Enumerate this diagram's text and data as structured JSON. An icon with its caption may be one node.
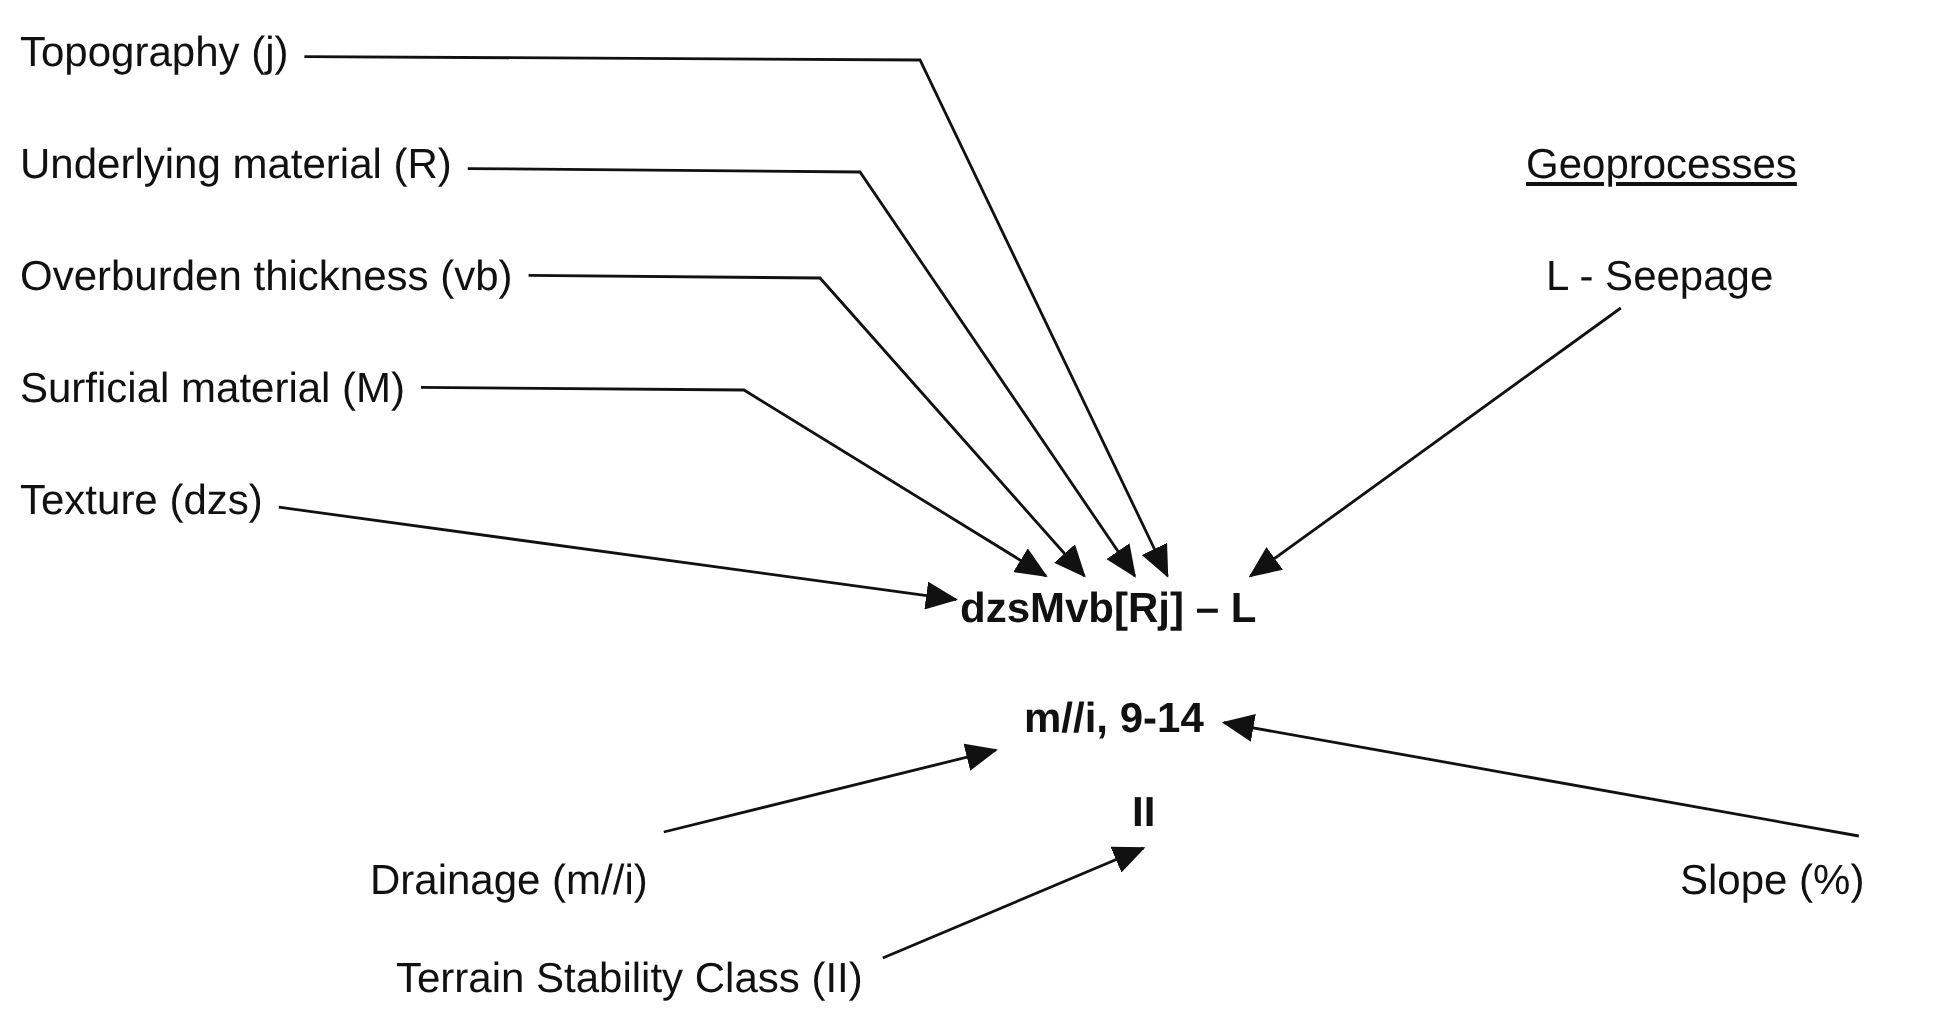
{
  "diagram": {
    "nodes": [
      {
        "text": [
          "Topography (j)"
        ]
      },
      {
        "text": [
          "Underlying material (R)"
        ]
      },
      {
        "text": [
          "Overburden thickness (vb)"
        ]
      },
      {
        "text": [
          "Surficial material (M)"
        ]
      },
      {
        "text": [
          "Texture (dzs)"
        ]
      },
      {
        "text": [
          "Geoprocesses",
          "L - Seepage"
        ]
      },
      {
        "text": [
          "dzsMvb[Rj] – L"
        ]
      },
      {
        "text": [
          "m//i, 9-14"
        ]
      },
      {
        "text": [
          "II"
        ]
      },
      {
        "text": [
          "Drainage (m//i)"
        ]
      },
      {
        "text": [
          "Slope (%)"
        ]
      },
      {
        "text": [
          "Terrain Stability Class (II)"
        ]
      }
    ],
    "edges": [
      {
        "from": 0,
        "to": 6,
        "arrow": "to"
      },
      {
        "from": 1,
        "to": 6,
        "arrow": "to"
      },
      {
        "from": 2,
        "to": 6,
        "arrow": "to"
      },
      {
        "from": 3,
        "to": 6,
        "arrow": "to"
      },
      {
        "from": 4,
        "to": 6,
        "arrow": "to"
      },
      {
        "from": 5,
        "to": 6,
        "arrow": "to"
      },
      {
        "from": 9,
        "to": 7,
        "arrow": "to"
      },
      {
        "from": 10,
        "to": 7,
        "arrow": "to"
      },
      {
        "from": 11,
        "to": 8,
        "arrow": "to"
      }
    ]
  }
}
